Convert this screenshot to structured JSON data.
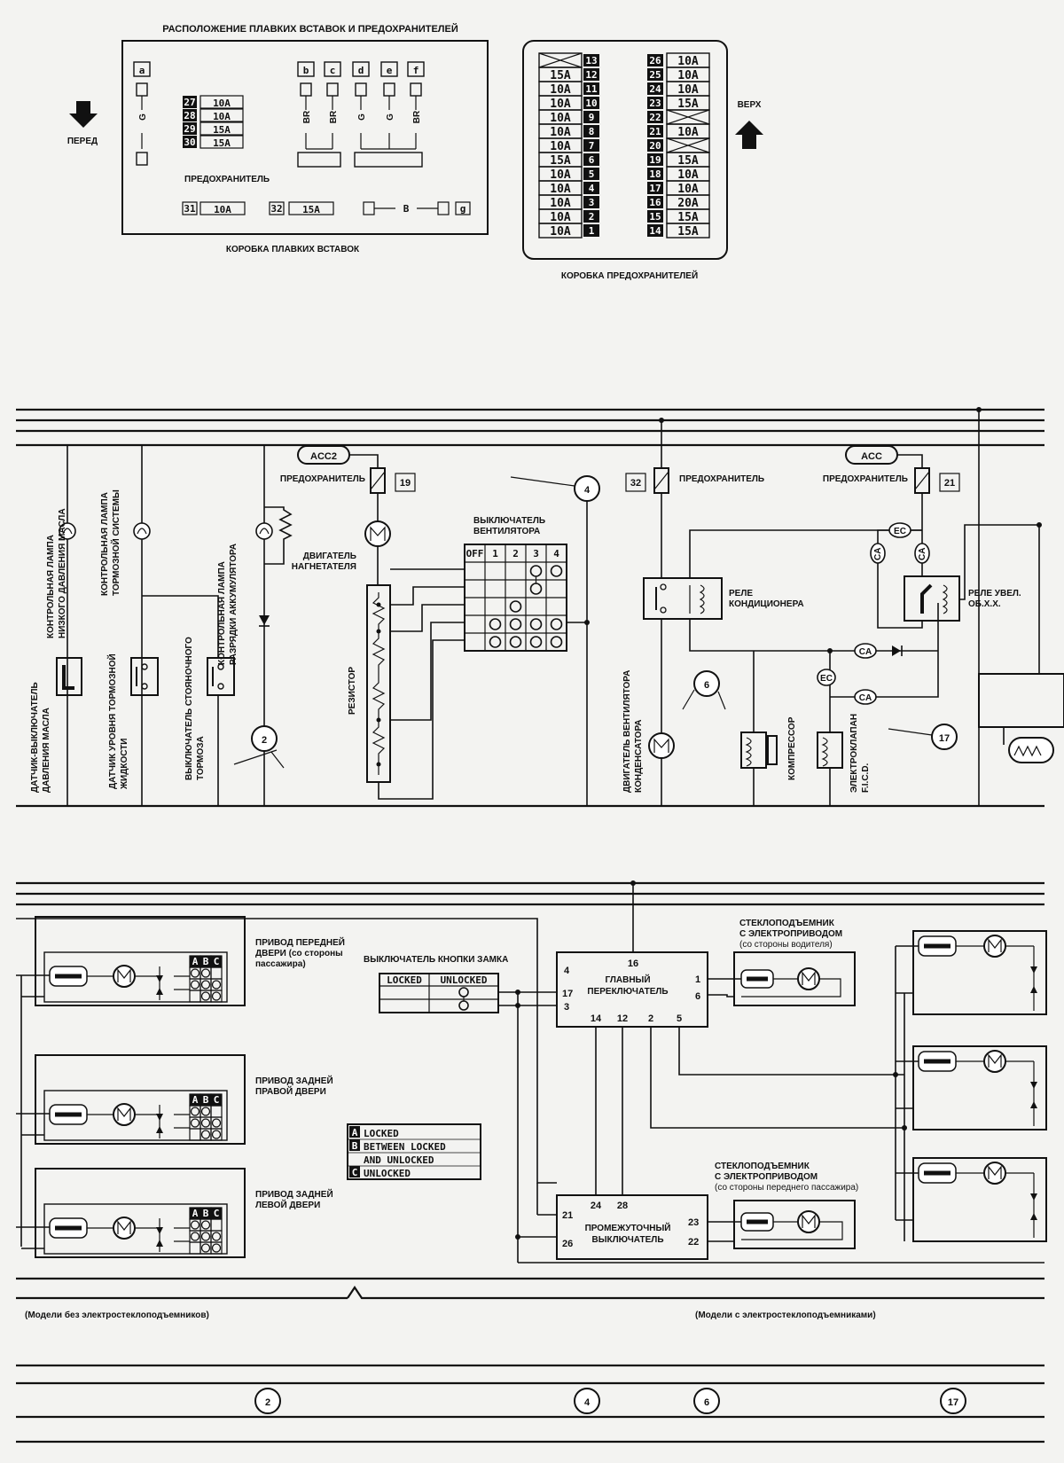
{
  "fuse_layout": {
    "title": "РАСПОЛОЖЕНИЕ ПЛАВКИХ ВСТАВОК И ПРЕДОХРАНИТЕЛЕЙ",
    "front_label": "ПЕРЕД",
    "up_label": "ВЕРХ",
    "link_box": {
      "caption": "КОРОБКА ПЛАВКИХ ВСТАВОК",
      "fuse_label": "ПРЕДОХРАНИТЕЛЬ",
      "links": [
        {
          "id": "a",
          "color": "G"
        },
        {
          "id": "b",
          "color": "BR"
        },
        {
          "id": "c",
          "color": "BR"
        },
        {
          "id": "d",
          "color": "G"
        },
        {
          "id": "e",
          "color": "G"
        },
        {
          "id": "f",
          "color": "BR"
        }
      ],
      "fuses": [
        {
          "no": "27",
          "rating": "10A"
        },
        {
          "no": "28",
          "rating": "10A"
        },
        {
          "no": "29",
          "rating": "15A"
        },
        {
          "no": "30",
          "rating": "15A"
        }
      ],
      "bottom": [
        {
          "no": "31",
          "rating": "10A"
        },
        {
          "no": "32",
          "rating": "15A"
        }
      ],
      "link_g": {
        "color": "B",
        "id": "g"
      }
    },
    "fuse_box": {
      "caption": "КОРОБКА ПРЕДОХРАНИТЕЛЕЙ",
      "left": [
        {
          "no": "13",
          "rating": ""
        },
        {
          "no": "12",
          "rating": "15A"
        },
        {
          "no": "11",
          "rating": "10A"
        },
        {
          "no": "10",
          "rating": "10A"
        },
        {
          "no": "9",
          "rating": "10A"
        },
        {
          "no": "8",
          "rating": "10A"
        },
        {
          "no": "7",
          "rating": "10A"
        },
        {
          "no": "6",
          "rating": "15A"
        },
        {
          "no": "5",
          "rating": "10A"
        },
        {
          "no": "4",
          "rating": "10A"
        },
        {
          "no": "3",
          "rating": "10A"
        },
        {
          "no": "2",
          "rating": "10A"
        },
        {
          "no": "1",
          "rating": "10A"
        }
      ],
      "right": [
        {
          "no": "26",
          "rating": "10A"
        },
        {
          "no": "25",
          "rating": "10A"
        },
        {
          "no": "24",
          "rating": "10A"
        },
        {
          "no": "23",
          "rating": "15A"
        },
        {
          "no": "22",
          "rating": ""
        },
        {
          "no": "21",
          "rating": "10A"
        },
        {
          "no": "20",
          "rating": ""
        },
        {
          "no": "19",
          "rating": "15A"
        },
        {
          "no": "18",
          "rating": "10A"
        },
        {
          "no": "17",
          "rating": "10A"
        },
        {
          "no": "16",
          "rating": "20A"
        },
        {
          "no": "15",
          "rating": "15A"
        },
        {
          "no": "14",
          "rating": "15A"
        }
      ]
    }
  },
  "middle": {
    "acc2": "ACC2",
    "acc": "ACC",
    "fuse_label": "ПРЕДОХРАНИТЕЛЬ",
    "fuse19": "19",
    "fuse32": "32",
    "fuse21": "21",
    "oil_lamp": [
      "КОНТРОЛЬНАЯ ЛАМПА",
      "НИЗКОГО ДАВЛЕНИЯ МАСЛА"
    ],
    "brake_lamp": [
      "КОНТРОЛЬНАЯ ЛАМПА",
      "ТОРМОЗНОЙ СИСТЕМЫ"
    ],
    "charge_lamp": [
      "КОНТРОЛЬНАЯ ЛАМПА",
      "РАЗРЯДКИ АККУМУЛЯТОРА"
    ],
    "oil_sensor": [
      "ДАТЧИК-ВЫКЛЮЧАТЕЛЬ",
      "ДАВЛЕНИЯ МАСЛА"
    ],
    "fluid_sensor": [
      "ДАТЧИК УРОВНЯ ТОРМОЗНОЙ",
      "ЖИДКОСТИ"
    ],
    "park_switch": [
      "ВЫКЛЮЧАТЕЛЬ СТОЯНОЧНОГО",
      "ТОРМОЗА"
    ],
    "blower_motor": [
      "ДВИГАТЕЛЬ",
      "НАГНЕТАТЕЛЯ"
    ],
    "fan_switch": [
      "ВЫКЛЮЧАТЕЛЬ",
      "ВЕНТИЛЯТОРА"
    ],
    "fan_switch_cols": [
      "OFF",
      "1",
      "2",
      "3",
      "4"
    ],
    "resistor": "РЕЗИСТОР",
    "ac_relay": [
      "РЕЛЕ",
      "КОНДИЦИОНЕРА"
    ],
    "idle_relay": [
      "РЕЛЕ УВЕЛ.",
      "ОБ.Х.Х."
    ],
    "condenser_motor": [
      "ДВИГАТЕЛЬ ВЕНТИЛЯТОРА",
      "КОНДЕНСАТОРА"
    ],
    "compressor": "КОМПРЕССОР",
    "ficd": [
      "ЭЛЕКТРОКЛАПАН",
      "F.I.C.D."
    ],
    "tag_ec": "EC",
    "tag_ca": "CA",
    "ref2": "2",
    "ref4": "4",
    "ref6": "6",
    "ref17": "17"
  },
  "bottom": {
    "front_pass": [
      "ПРИВОД ПЕРЕДНЕЙ",
      "ДВЕРИ (со стороны",
      "пассажира)"
    ],
    "rear_right": [
      "ПРИВОД ЗАДНЕЙ",
      "ПРАВОЙ ДВЕРИ"
    ],
    "rear_left": [
      "ПРИВОД ЗАДНЕЙ",
      "ЛЕВОЙ ДВЕРИ"
    ],
    "abc": [
      "A",
      "B",
      "C"
    ],
    "legend": [
      {
        "k": "A",
        "v": "LOCKED"
      },
      {
        "k": "B",
        "v": "BETWEEN LOCKED"
      },
      {
        "k": "",
        "v": "AND UNLOCKED"
      },
      {
        "k": "C",
        "v": "UNLOCKED"
      }
    ],
    "lock_switch": "ВЫКЛЮЧАТЕЛЬ КНОПКИ ЗАМКА",
    "lock_cols": [
      "LOCKED",
      "UNLOCKED"
    ],
    "main_switch": [
      "ГЛАВНЫЙ",
      "ПЕРЕКЛЮЧАТЕЛЬ"
    ],
    "main_pins": {
      "p16": "16",
      "p4": "4",
      "p17": "17",
      "p3": "3",
      "p1": "1",
      "p6": "6",
      "p14": "14",
      "p12": "12",
      "p2": "2",
      "p5": "5"
    },
    "int_switch": [
      "ПРОМЕЖУТОЧНЫЙ",
      "ВЫКЛЮЧАТЕЛЬ"
    ],
    "int_pins": {
      "p24": "24",
      "p28": "28",
      "p21": "21",
      "p26": "26",
      "p23": "23",
      "p22": "22"
    },
    "win_driver": [
      "СТЕКЛОПОДЪЕМНИК",
      "С ЭЛЕКТРОПРИВОДОМ",
      "(со стороны водителя)"
    ],
    "win_pass": [
      "СТЕКЛОПОДЪЕМНИК",
      "С ЭЛЕКТРОПРИВОДОМ",
      "(со стороны переднего пассажира)"
    ],
    "no_windows": "(Модели без электростеклоподъемников)",
    "with_windows": "(Модели с электростеклоподъемниками)",
    "refs": [
      "2",
      "4",
      "6",
      "17"
    ]
  }
}
